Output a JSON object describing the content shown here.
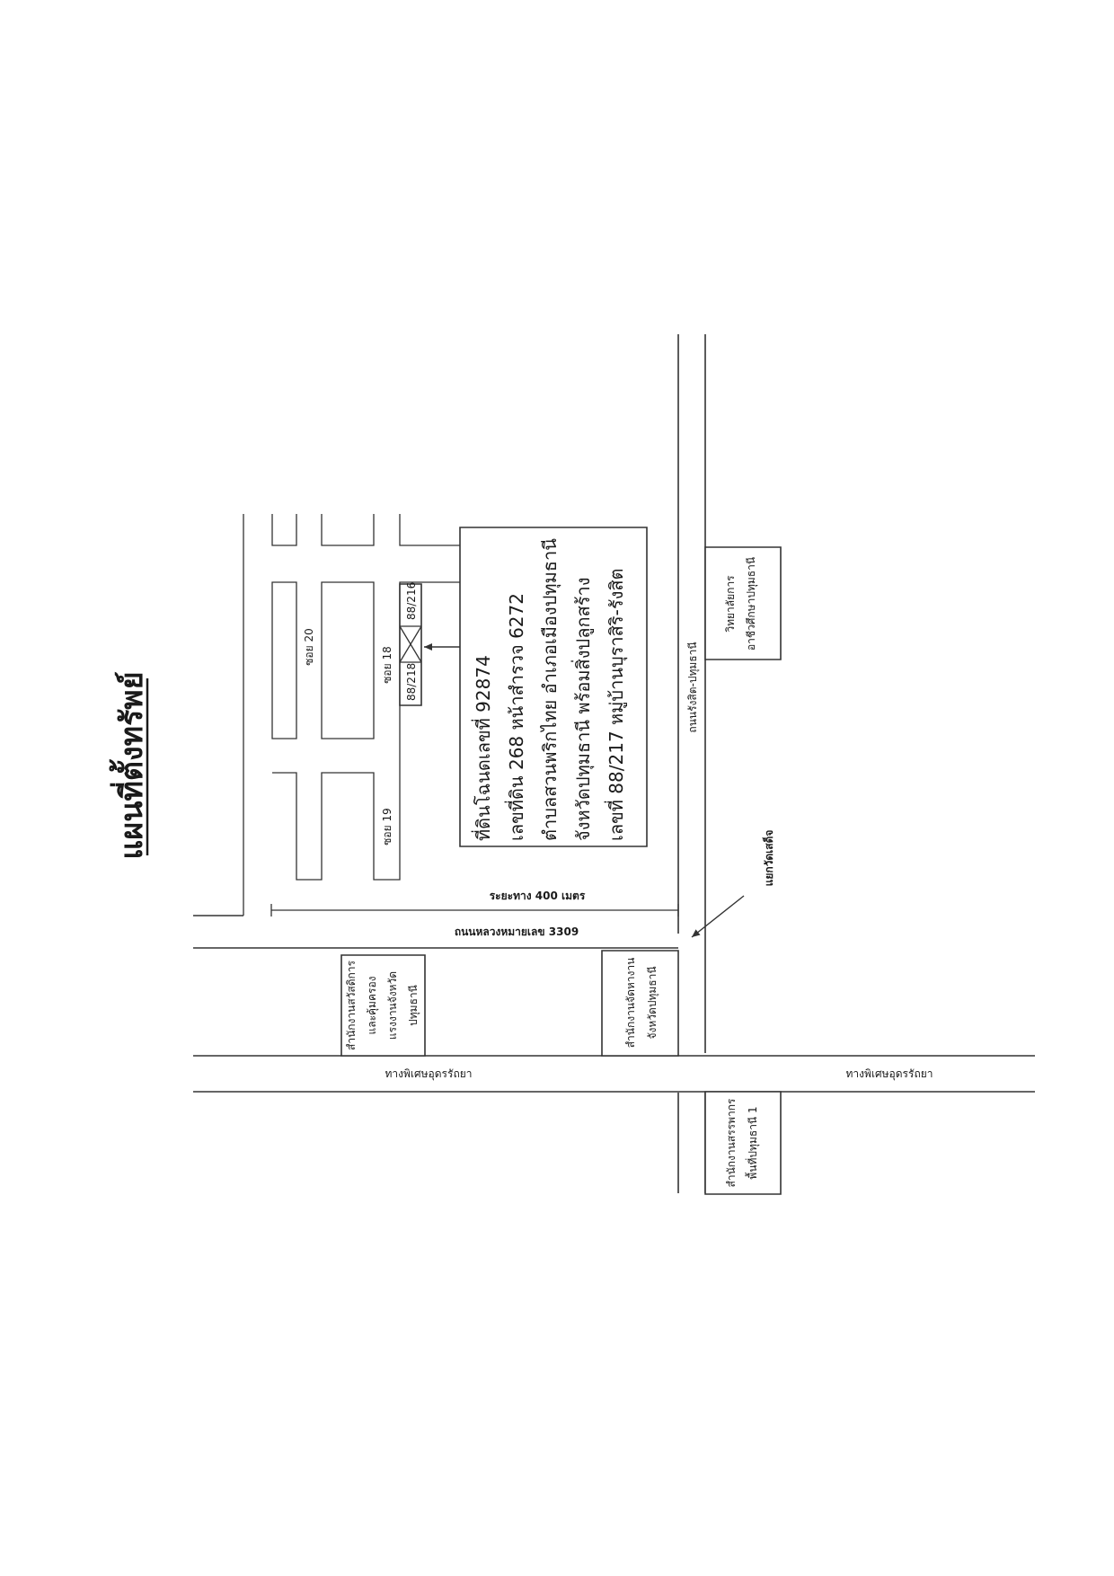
{
  "title": "แผนที่ตั้งทรัพย์",
  "property_info": {
    "line1": "ที่ดินโฉนดเลขที่ 92874",
    "line2": "เลขที่ดิน 268 หน้าสำรวจ 6272",
    "line3": "ตำบลสวนพริกไทย อำเภอเมืองปทุมธานี",
    "line4": "จังหวัดปทุมธานี พร้อมสิ่งปลูกสร้าง",
    "line5": "เลขที่ 88/217 หมู่บ้านบุราสิริ-รังสิต"
  },
  "plots": {
    "left": "88/218",
    "right": "88/216"
  },
  "soi": {
    "soi18": "ซอย 18",
    "soi19": "ซอย 19",
    "soi20": "ซอย 20"
  },
  "roads": {
    "rangsit_pathum": "ถนนรังสิต-ปทุมธานี",
    "highway_3309": "ถนนหลวงหมายเลข 3309",
    "expressway_left": "ทางพิเศษอุดรรัถยา",
    "expressway_right": "ทางพิเศษอุดรรัถยา"
  },
  "distance": "ระยะทาง 400 เมตร",
  "junction": "แยกวัดเสด็จ",
  "landmarks": {
    "college": [
      "วิทยาลัยการ",
      "อาชีวศึกษาปทุมธานี"
    ],
    "labor_office": [
      "สำนักงานสวัสดิการ",
      "และคุ้มครอง",
      "แรงงานจังหวัด",
      "ปทุมธานี"
    ],
    "land_office": [
      "สำนักงานจัดหางาน",
      "จังหวัดปทุมธานี"
    ],
    "revenue_office": [
      "สำนักงานสรรพากร",
      "พื้นที่ปทุมธานี 1"
    ]
  }
}
